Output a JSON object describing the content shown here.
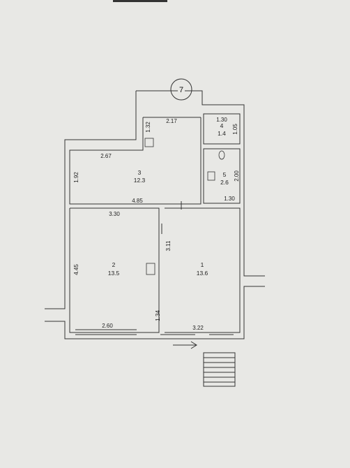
{
  "plan": {
    "axis_marker": "7",
    "rooms": [
      {
        "number": "1",
        "area": "13.6"
      },
      {
        "number": "2",
        "area": "13.5"
      },
      {
        "number": "3",
        "area": "12.3"
      },
      {
        "number": "4",
        "area": "1.4"
      },
      {
        "number": "5",
        "area": "2.6"
      }
    ],
    "dimensions": {
      "room3_top": "2.17",
      "room3_left_upper": "1.32",
      "room3_width": "2.67",
      "room3_height": "1.92",
      "room3_bottom": "4.85",
      "room4_width": "1.30",
      "room4_height": "1.05",
      "room5_height": "2.00",
      "room5_bottom": "1.30",
      "room2_top": "3.30",
      "room2_height": "4.45",
      "room2_bottom": "2.60",
      "room1_upper_left": "3.11",
      "room1_lower_left": "1.34",
      "room1_bottom": "3.22"
    }
  },
  "colors": {
    "paper": "#ebebe8",
    "line": "#333333",
    "background": "#d9d9d6"
  }
}
